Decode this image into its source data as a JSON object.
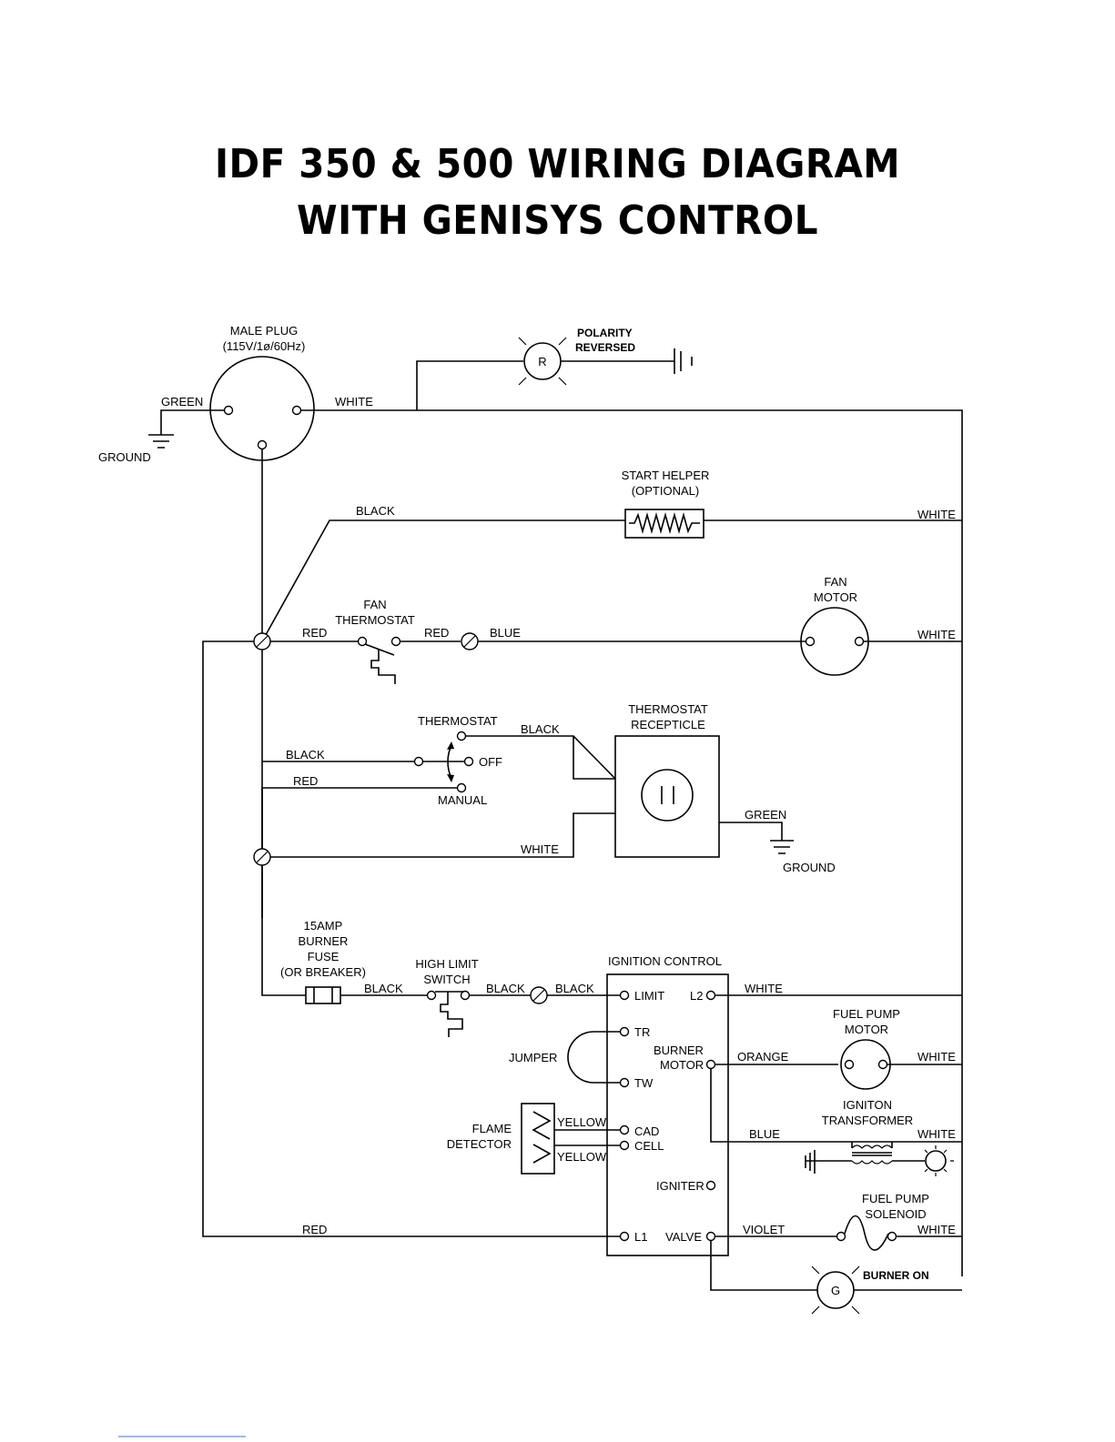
{
  "title": {
    "line1": "IDF 350 & 500 WIRING DIAGRAM",
    "line2": "WITH GENISYS CONTROL"
  },
  "components": {
    "male_plug": [
      "MALE PLUG",
      "(115V/1ø/60Hz)"
    ],
    "polarity": [
      "POLARITY",
      "REVERSED"
    ],
    "polarity_lamp": "R",
    "burner_on_lamp": "G",
    "burner_on": "BURNER  ON",
    "start_helper": [
      "START HELPER",
      "(OPTIONAL)"
    ],
    "fan_thermostat": [
      "FAN",
      "THERMOSTAT"
    ],
    "fan_motor": [
      "FAN",
      "MOTOR"
    ],
    "thermostat_receptacle": [
      "THERMOSTAT",
      "RECEPTICLE"
    ],
    "selector": {
      "thermostat": "THERMOSTAT",
      "off": "OFF",
      "manual": "MANUAL"
    },
    "fuse": [
      "15AMP",
      "BURNER",
      "FUSE",
      "(OR BREAKER)"
    ],
    "high_limit": [
      "HIGH LIMIT",
      "SWITCH"
    ],
    "ignition_control": "IGNITION CONTROL",
    "fuel_pump_motor": [
      "FUEL PUMP",
      "MOTOR"
    ],
    "ignition_transformer": [
      "IGNITON",
      "TRANSFORMER"
    ],
    "fuel_pump_solenoid": [
      "FUEL PUMP",
      "SOLENOID"
    ],
    "jumper": "JUMPER",
    "flame_detector": [
      "FLAME",
      "DETECTOR"
    ],
    "ground": "GROUND"
  },
  "terminals": {
    "limit": "LIMIT",
    "l2": "L2",
    "tr": "TR",
    "tw": "TW",
    "burner_motor": [
      "BURNER",
      "MOTOR"
    ],
    "cad": "CAD",
    "cell": "CELL",
    "igniter": "IGNITER",
    "l1": "L1",
    "valve": "VALVE"
  },
  "wires": {
    "green": "GREEN",
    "white": "WHITE",
    "black": "BLACK",
    "red": "RED",
    "blue": "BLUE",
    "orange": "ORANGE",
    "yellow": "YELLOW",
    "violet": "VIOLET"
  }
}
